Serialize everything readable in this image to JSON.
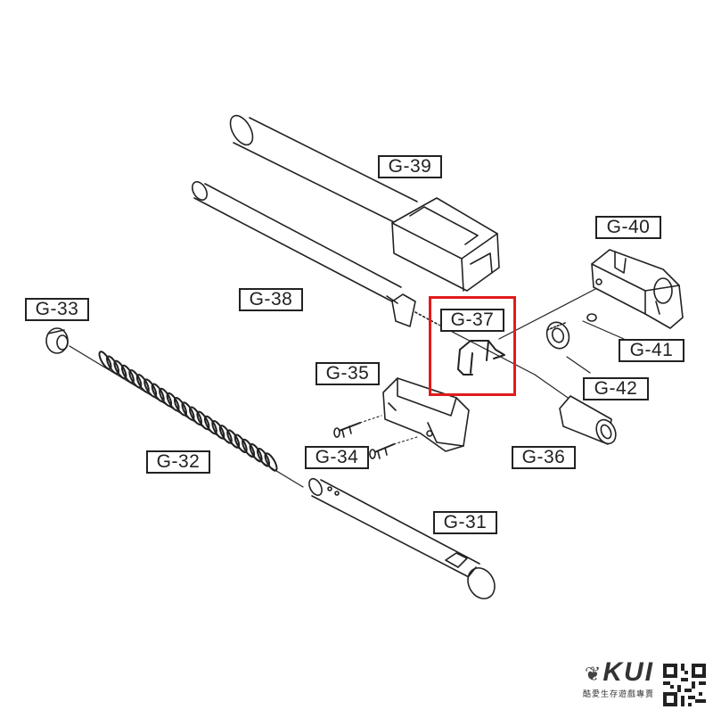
{
  "labels": {
    "g39": "G-39",
    "g40": "G-40",
    "g38": "G-38",
    "g37": "G-37",
    "g33": "G-33",
    "g35": "G-35",
    "g41": "G-41",
    "g42": "G-42",
    "g34": "G-34",
    "g36": "G-36",
    "g32": "G-32",
    "g31": "G-31"
  },
  "highlight": {
    "part": "G-37",
    "color": "#e01b1b"
  },
  "brand": {
    "name": "KUI",
    "tagline": "酷愛生存遊戲專賣"
  },
  "colors": {
    "line": "#222222",
    "background": "#ffffff"
  }
}
